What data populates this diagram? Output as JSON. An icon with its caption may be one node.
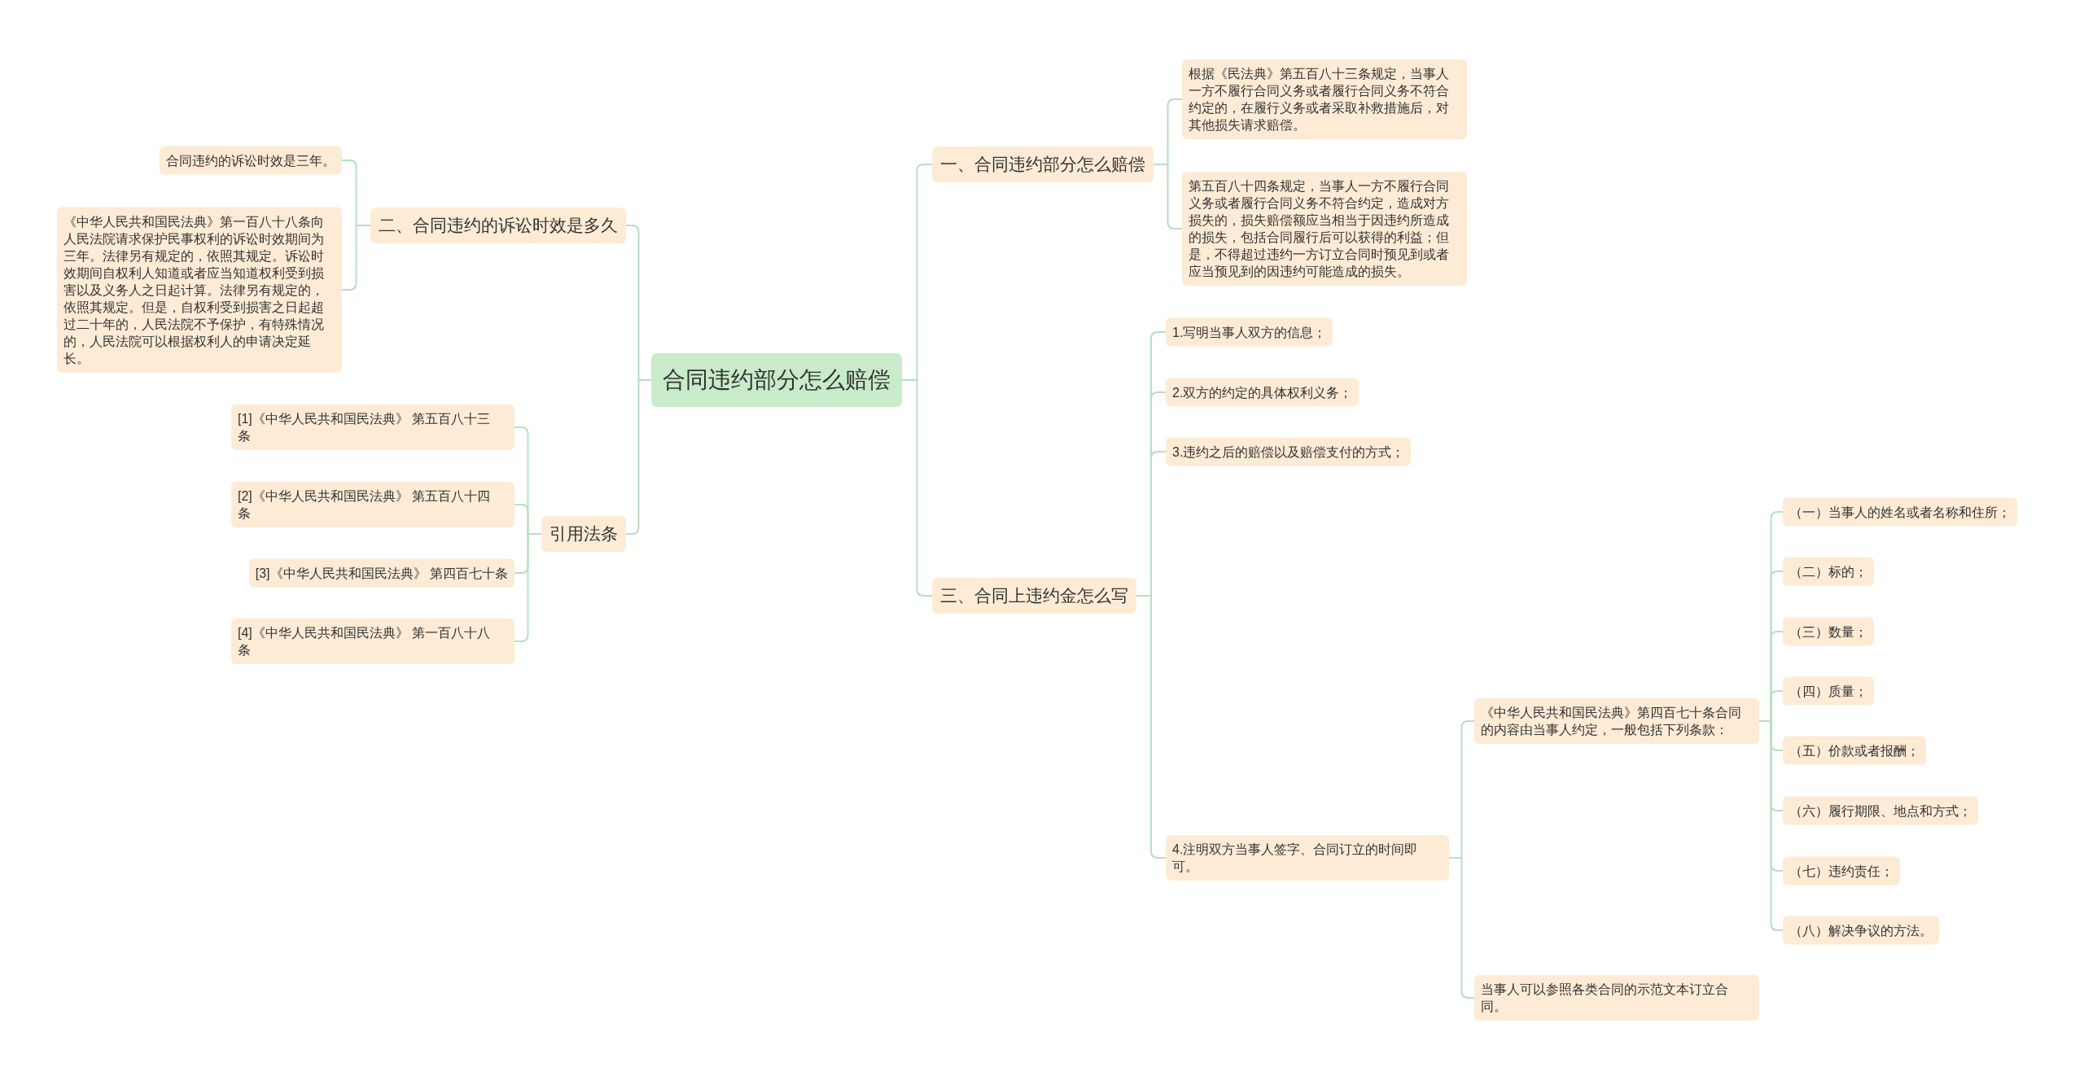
{
  "diagram": {
    "nodes": [
      {
        "text": [
          "合同违约部分怎么赔偿"
        ]
      },
      {
        "text": [
          "一、合同违约部分怎么赔偿"
        ]
      },
      {
        "text": [
          "根据《民法典》第五百八十三条规定，当事人一方不履行合同义务或者履行合同义务不符合约定的，在履行义务或者采取补救措施后，对其他损失请求赔偿。"
        ]
      },
      {
        "text": [
          "第五百八十四条规定，当事人一方不履行合同义务或者履行合同义务不符合约定，造成对方损失的，损失赔偿额应当相当于因违约所造成的损失，包括合同履行后可以获得的利益；但是，不得超过违约一方订立合同时预见到或者应当预见到的因违约可能造成的损失。"
        ]
      },
      {
        "text": [
          "二、合同违约的诉讼时效是多久"
        ]
      },
      {
        "text": [
          "合同违约的诉讼时效是三年。"
        ]
      },
      {
        "text": [
          "《中华人民共和国民法典》第一百八十八条向人民法院请求保护民事权利的诉讼时效期间为三年。法律另有规定的，依照其规定。诉讼时效期间自权利人知道或者应当知道权利受到损害以及义务人之日起计算。法律另有规定的，依照其规定。但是，自权利受到损害之日起超过二十年的，人民法院不予保护，有特殊情况的，人民法院可以根据权利人的申请决定延长。"
        ]
      },
      {
        "text": [
          "三、合同上违约金怎么写"
        ]
      },
      {
        "text": [
          "1.写明当事人双方的信息；"
        ]
      },
      {
        "text": [
          "2.双方的约定的具体权利义务；"
        ]
      },
      {
        "text": [
          "3.违约之后的赔偿以及赔偿支付的方式；"
        ]
      },
      {
        "text": [
          "4.注明双方当事人签字、合同订立的时间即可。"
        ]
      },
      {
        "text": [
          "《中华人民共和国民法典》第四百七十条合同的内容由当事人约定，一般包括下列条款："
        ]
      },
      {
        "text": [
          "（一）当事人的姓名或者名称和住所；"
        ]
      },
      {
        "text": [
          "（二）标的；"
        ]
      },
      {
        "text": [
          "（三）数量；"
        ]
      },
      {
        "text": [
          "（四）质量；"
        ]
      },
      {
        "text": [
          "（五）价款或者报酬；"
        ]
      },
      {
        "text": [
          "（六）履行期限、地点和方式；"
        ]
      },
      {
        "text": [
          "（七）违约责任；"
        ]
      },
      {
        "text": [
          "（八）解决争议的方法。"
        ]
      },
      {
        "text": [
          "当事人可以参照各类合同的示范文本订立合同。"
        ]
      },
      {
        "text": [
          "引用法条"
        ]
      },
      {
        "text": [
          "[1]《中华人民共和国民法典》 第五百八十三条"
        ]
      },
      {
        "text": [
          "[2]《中华人民共和国民法典》 第五百八十四条"
        ]
      },
      {
        "text": [
          "[3]《中华人民共和国民法典》 第四百七十条"
        ]
      },
      {
        "text": [
          "[4]《中华人民共和国民法典》 第一百八十八条"
        ]
      }
    ],
    "edges": [
      {
        "from": 0,
        "to": 1,
        "arrow": "none"
      },
      {
        "from": 1,
        "to": 2,
        "arrow": "none"
      },
      {
        "from": 1,
        "to": 3,
        "arrow": "none"
      },
      {
        "from": 0,
        "to": 4,
        "arrow": "none"
      },
      {
        "from": 4,
        "to": 5,
        "arrow": "none"
      },
      {
        "from": 4,
        "to": 6,
        "arrow": "none"
      },
      {
        "from": 0,
        "to": 7,
        "arrow": "none"
      },
      {
        "from": 7,
        "to": 8,
        "arrow": "none"
      },
      {
        "from": 7,
        "to": 9,
        "arrow": "none"
      },
      {
        "from": 7,
        "to": 10,
        "arrow": "none"
      },
      {
        "from": 7,
        "to": 11,
        "arrow": "none"
      },
      {
        "from": 11,
        "to": 12,
        "arrow": "none"
      },
      {
        "from": 12,
        "to": 13,
        "arrow": "none"
      },
      {
        "from": 12,
        "to": 14,
        "arrow": "none"
      },
      {
        "from": 12,
        "to": 15,
        "arrow": "none"
      },
      {
        "from": 12,
        "to": 16,
        "arrow": "none"
      },
      {
        "from": 12,
        "to": 17,
        "arrow": "none"
      },
      {
        "from": 12,
        "to": 18,
        "arrow": "none"
      },
      {
        "from": 12,
        "to": 19,
        "arrow": "none"
      },
      {
        "from": 12,
        "to": 20,
        "arrow": "none"
      },
      {
        "from": 11,
        "to": 21,
        "arrow": "none"
      },
      {
        "from": 0,
        "to": 22,
        "arrow": "none"
      },
      {
        "from": 22,
        "to": 23,
        "arrow": "none"
      },
      {
        "from": 22,
        "to": 24,
        "arrow": "none"
      },
      {
        "from": 22,
        "to": 25,
        "arrow": "none"
      },
      {
        "from": 22,
        "to": 26,
        "arrow": "none"
      }
    ]
  }
}
